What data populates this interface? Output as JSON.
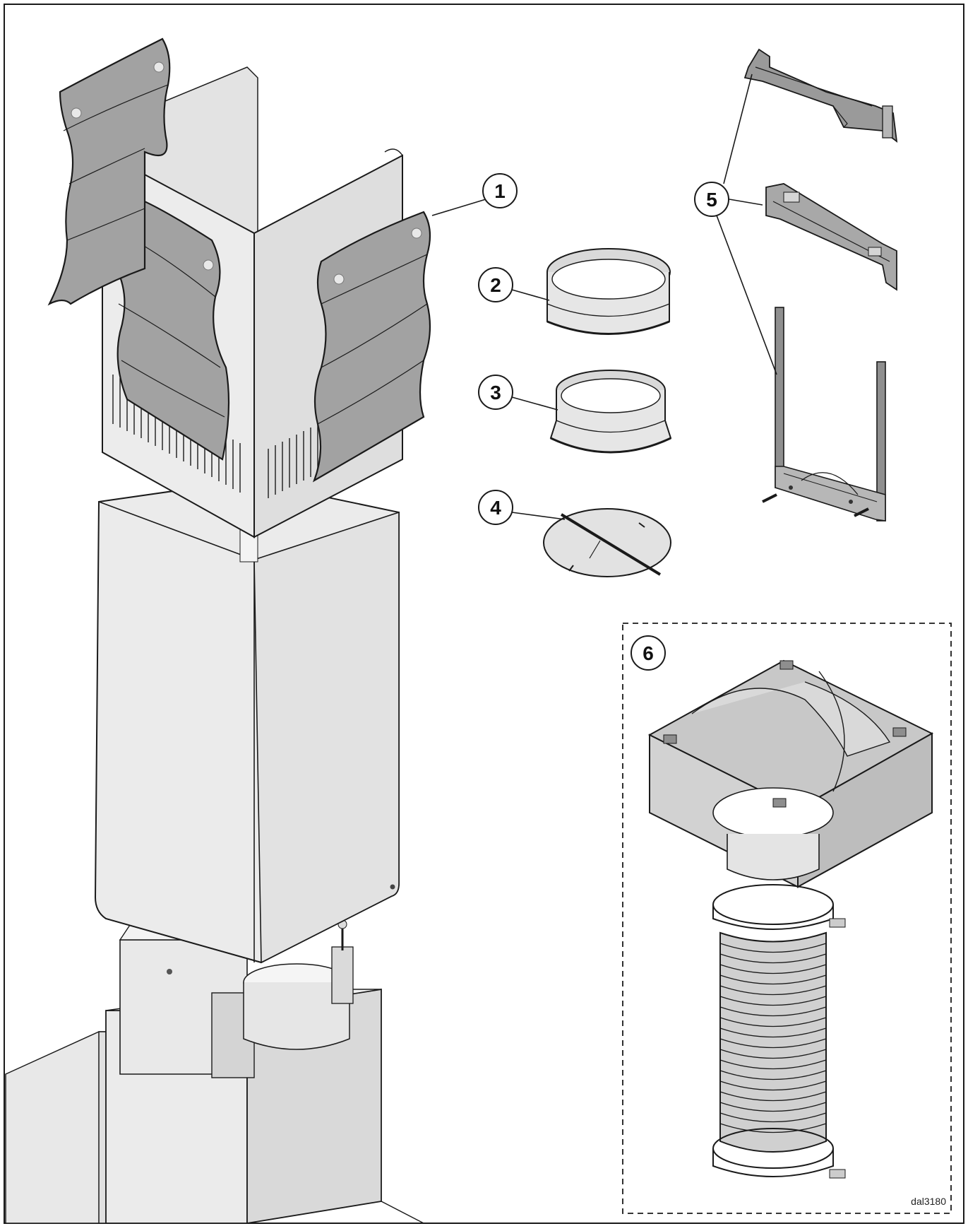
{
  "colors": {
    "outline": "#1a1a1a",
    "panel_light": "#ececec",
    "panel_mid": "#d6d6d6",
    "panel_dark": "#bdbdbd",
    "filter": "#9e9e9e",
    "filter_shade": "#8a8a8a"
  },
  "callouts": {
    "c1": "1",
    "c2": "2",
    "c3": "3",
    "c4": "4",
    "c5": "5",
    "c6": "6"
  },
  "drawing_code": "dal3180"
}
